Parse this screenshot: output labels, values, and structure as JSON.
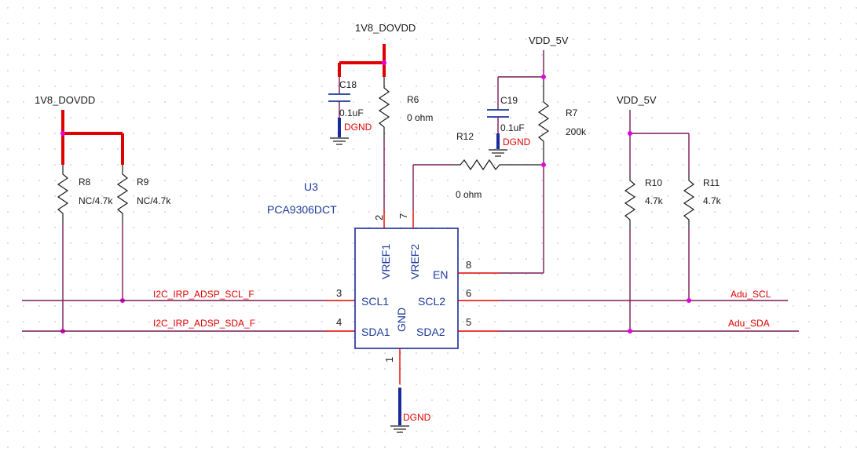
{
  "nets": {
    "v1_left": "1V8_DOVDD",
    "v1_top": "1V8_DOVDD",
    "v5_top": "VDD_5V",
    "v5_right": "VDD_5V",
    "scl_left": "I2C_IRP_ADSP_SCL_F",
    "sda_left": "I2C_IRP_ADSP_SDA_F",
    "scl_right": "Adu_SCL",
    "sda_right": "Adu_SDA"
  },
  "components": {
    "r8": {
      "ref": "R8",
      "value": "NC/4.7k"
    },
    "r9": {
      "ref": "R9",
      "value": "NC/4.7k"
    },
    "r6": {
      "ref": "R6",
      "value": "0 ohm"
    },
    "r7": {
      "ref": "R7",
      "value": "200k"
    },
    "r12": {
      "ref": "R12",
      "value": "0 ohm"
    },
    "r10": {
      "ref": "R10",
      "value": "4.7k"
    },
    "r11": {
      "ref": "R11",
      "value": "4.7k"
    },
    "c18": {
      "ref": "C18",
      "value": "0.1uF",
      "gnd": "DGND"
    },
    "c19": {
      "ref": "C19",
      "value": "0.1uF",
      "gnd": "DGND"
    },
    "u3": {
      "ref": "U3",
      "part": "PCA9306DCT",
      "gnd": "DGND"
    }
  },
  "ic_pins": {
    "vref1": "VREF1",
    "vref2": "VREF2",
    "en": "EN",
    "scl1": "SCL1",
    "scl2": "SCL2",
    "sda1": "SDA1",
    "sda2": "SDA2",
    "gnd": "GND",
    "n_vref1": "2",
    "n_vref2": "7",
    "n_en": "8",
    "n_scl1": "3",
    "n_scl2": "6",
    "n_sda1": "4",
    "n_sda2": "5",
    "n_gnd": "1"
  },
  "colors": {
    "wire": "#7a1a55",
    "power_bus": "#e00000",
    "net_label": "#e00000",
    "junction": "#e000e0",
    "ic_outline": "#1a2a9a",
    "ground_bar": "#1a2a9a"
  }
}
